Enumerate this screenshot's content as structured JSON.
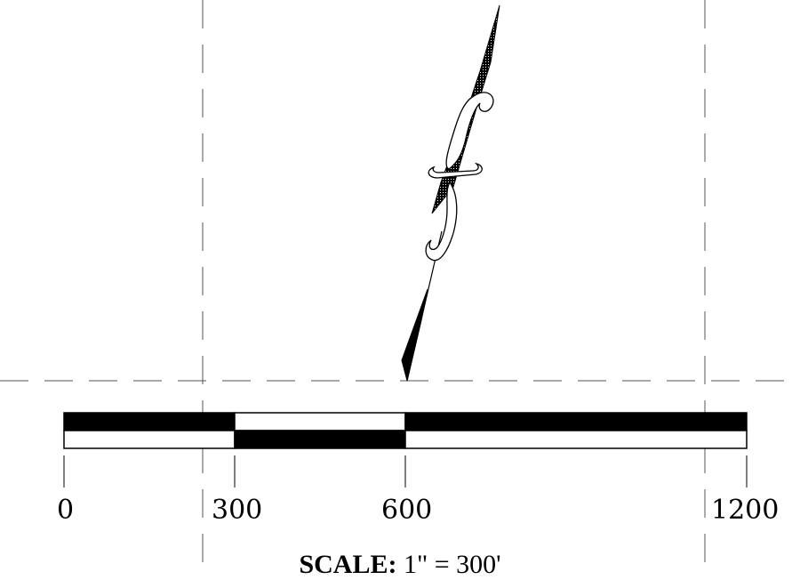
{
  "scale_bar": {
    "ticks": [
      {
        "label": "0"
      },
      {
        "label": "300"
      },
      {
        "label": "600"
      },
      {
        "label": "1200"
      }
    ],
    "caption_bold": "SCALE:",
    "caption_rest": "1\" = 300'"
  },
  "colors": {
    "ink": "#000000",
    "paper": "#ffffff",
    "guide": "#555555"
  },
  "north_arrow": {
    "icon": "north-arrow-icon"
  }
}
